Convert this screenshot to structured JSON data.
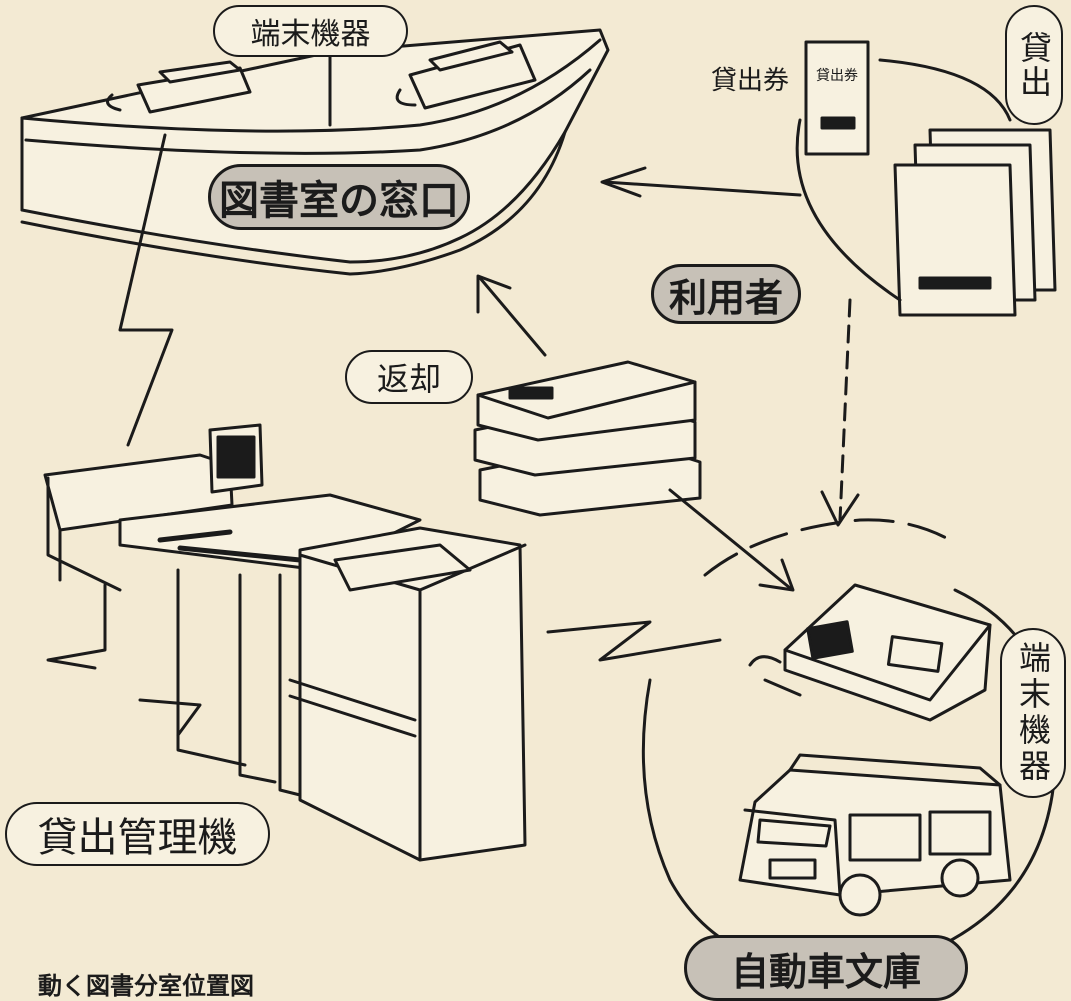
{
  "colors": {
    "paper": "#f3ead3",
    "ink": "#1b1b1b",
    "pill_fill": "#c7c1b7"
  },
  "labels": {
    "terminal_top": "端末機器",
    "window": "図書室の窓口",
    "loan_ticket": "貸出券",
    "lending": "貸出",
    "user": "利用者",
    "return": "返却",
    "loan_manager": "貸出管理機",
    "terminal_right": "端末機器",
    "mobile_library": "自動車文庫",
    "caption": "動く図書分室位置図"
  },
  "ticket_text": "貸出券",
  "icons": [
    "counter-icon",
    "terminal-icon",
    "ticket-icon",
    "card-machine-icon",
    "books-icon",
    "computer-icon",
    "keypad-terminal-icon",
    "bus-icon"
  ]
}
